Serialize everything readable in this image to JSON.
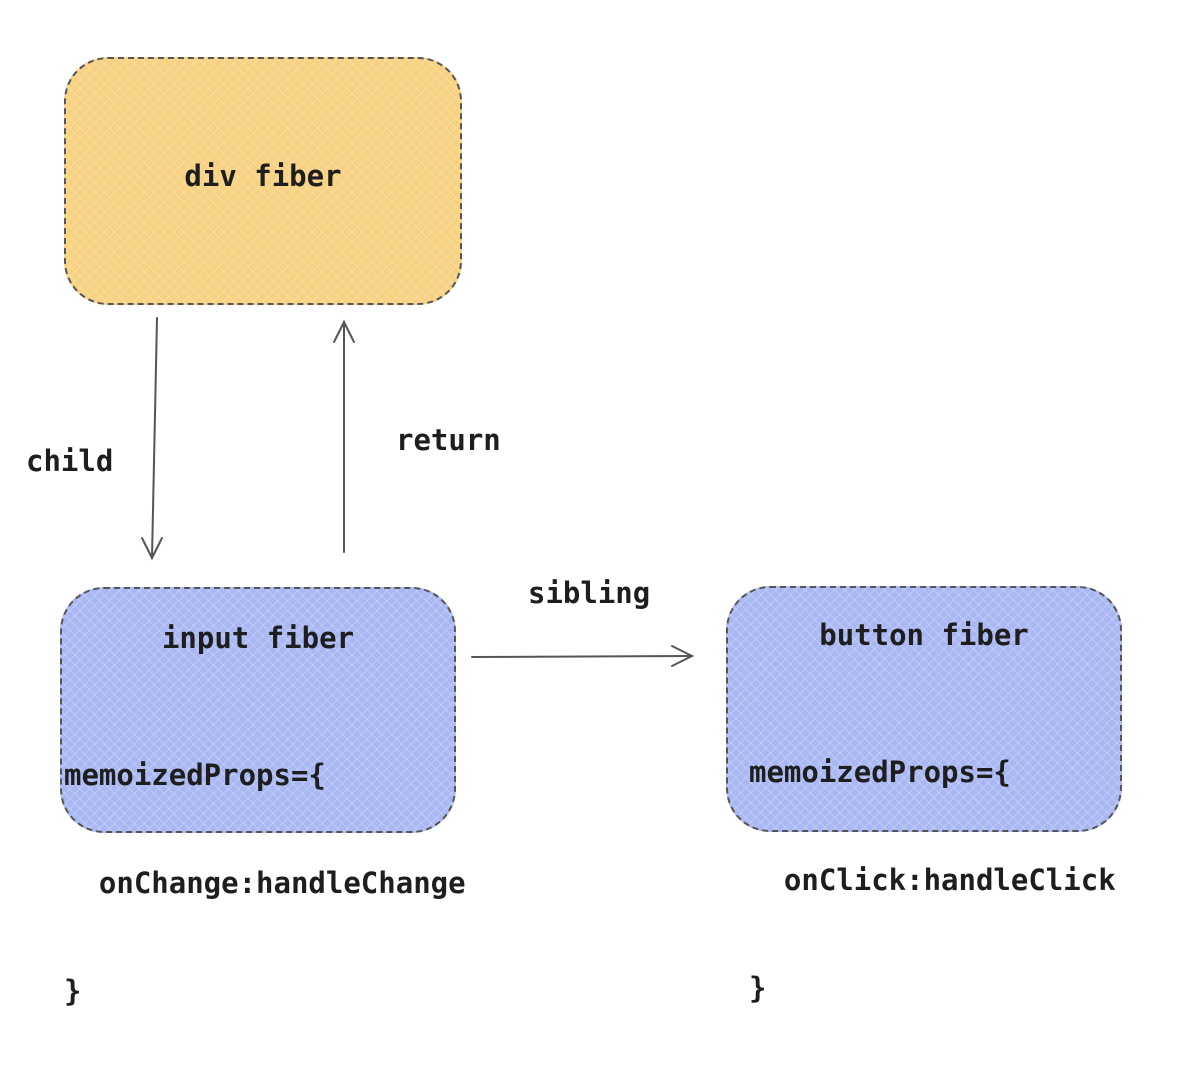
{
  "nodes": {
    "div": {
      "label": "div fiber"
    },
    "input": {
      "label": "input fiber",
      "props_open": "memoizedProps={",
      "props_entry": "  onChange:handleChange",
      "props_close": "}"
    },
    "button": {
      "label": "button fiber",
      "props_open": "memoizedProps={",
      "props_entry": "  onClick:handleClick",
      "props_close": "}"
    }
  },
  "edges": {
    "child": "child",
    "return": "return",
    "sibling": "sibling"
  },
  "colors": {
    "div_fill": "#f7d283",
    "input_fill": "#a9b8f3",
    "button_fill": "#a9b8f3",
    "stroke": "#555555",
    "text": "#1e1e1e"
  }
}
